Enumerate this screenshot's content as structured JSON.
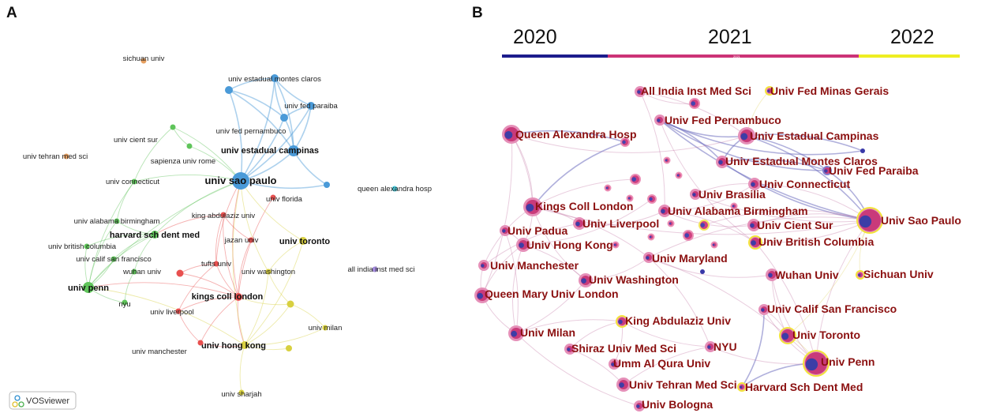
{
  "panels": {
    "a_label": "A",
    "b_label": "B"
  },
  "vosviewer": {
    "badge_text": "VOSviewer"
  },
  "colors": {
    "blue": "#4a9ad8",
    "green": "#5fc45a",
    "red": "#e8504f",
    "yellow": "#d8d040",
    "orange": "#e8a060",
    "cyan": "#48c8d8",
    "purple": "#a088d8",
    "timeline_2020": "#1c1c8c",
    "timeline_2021": "#cc3377",
    "timeline_2022": "#eeee22",
    "label_dark_red": "#8b1010"
  },
  "panel_a": {
    "nodes": [
      {
        "id": "sichuan",
        "label": "sichuan univ",
        "cluster": "orange",
        "weight": 1
      },
      {
        "id": "montes",
        "label": "univ estadual montes claros",
        "cluster": "blue",
        "weight": 2
      },
      {
        "id": "paraiba",
        "label": "univ fed paraiba",
        "cluster": "blue",
        "weight": 2
      },
      {
        "id": "pernambuco",
        "label": "univ fed pernambuco",
        "cluster": "blue",
        "weight": 2
      },
      {
        "id": "campinas",
        "label": "univ estadual campinas",
        "cluster": "blue",
        "weight": 3
      },
      {
        "id": "cientsur",
        "label": "univ cient sur",
        "cluster": "green",
        "weight": 1
      },
      {
        "id": "tehran",
        "label": "univ tehran med sci",
        "cluster": "orange",
        "weight": 1
      },
      {
        "id": "sapienza",
        "label": "sapienza univ rome",
        "cluster": "green",
        "weight": 1
      },
      {
        "id": "saopaulo",
        "label": "univ sao paulo",
        "cluster": "blue",
        "weight": 5
      },
      {
        "id": "connecticut",
        "label": "univ connecticut",
        "cluster": "green",
        "weight": 1
      },
      {
        "id": "queenalex",
        "label": "queen alexandra hosp",
        "cluster": "cyan",
        "weight": 1
      },
      {
        "id": "florida",
        "label": "univ florida",
        "cluster": "red",
        "weight": 1
      },
      {
        "id": "kingabdulaziz",
        "label": "king abdulaziz univ",
        "cluster": "red",
        "weight": 1
      },
      {
        "id": "alabama",
        "label": "univ alabama birmingham",
        "cluster": "green",
        "weight": 1
      },
      {
        "id": "harvard",
        "label": "harvard sch dent med",
        "cluster": "green",
        "weight": 2
      },
      {
        "id": "jazan",
        "label": "jazan univ",
        "cluster": "red",
        "weight": 1
      },
      {
        "id": "toronto",
        "label": "univ toronto",
        "cluster": "yellow",
        "weight": 2
      },
      {
        "id": "britcolumbia",
        "label": "univ british columbia",
        "cluster": "green",
        "weight": 1
      },
      {
        "id": "califsf",
        "label": "univ calif san francisco",
        "cluster": "green",
        "weight": 1
      },
      {
        "id": "tufts",
        "label": "tufts univ",
        "cluster": "red",
        "weight": 1
      },
      {
        "id": "washington",
        "label": "univ washington",
        "cluster": "yellow",
        "weight": 1
      },
      {
        "id": "allindia",
        "label": "all india inst med sci",
        "cluster": "purple",
        "weight": 1
      },
      {
        "id": "wuhan",
        "label": "wuhan univ",
        "cluster": "green",
        "weight": 1
      },
      {
        "id": "penn",
        "label": "univ penn",
        "cluster": "green",
        "weight": 3
      },
      {
        "id": "kingscoll",
        "label": "kings coll london",
        "cluster": "red",
        "weight": 2
      },
      {
        "id": "nyu",
        "label": "nyu",
        "cluster": "green",
        "weight": 1
      },
      {
        "id": "liverpool",
        "label": "univ liverpool",
        "cluster": "red",
        "weight": 1
      },
      {
        "id": "milan",
        "label": "univ milan",
        "cluster": "yellow",
        "weight": 1
      },
      {
        "id": "hongkong",
        "label": "univ hong kong",
        "cluster": "yellow",
        "weight": 2
      },
      {
        "id": "manchester",
        "label": "univ manchester",
        "cluster": "red",
        "weight": 1
      },
      {
        "id": "sharjah",
        "label": "univ sharjah",
        "cluster": "yellow",
        "weight": 1
      }
    ]
  },
  "panel_b": {
    "timeline": {
      "years": [
        "2020",
        "2021",
        "2022"
      ],
      "small_marker": "2021"
    },
    "nodes": [
      {
        "id": "allindia",
        "label": "All India Inst Med Sci"
      },
      {
        "id": "minasgerais",
        "label": "Univ Fed Minas Gerais"
      },
      {
        "id": "pernambuco",
        "label": "Univ Fed Pernambuco"
      },
      {
        "id": "queenalex",
        "label": "Queen Alexandra Hosp"
      },
      {
        "id": "campinas",
        "label": "Univ Estadual Campinas"
      },
      {
        "id": "montes",
        "label": "Univ Estadual Montes Claros"
      },
      {
        "id": "paraiba",
        "label": "Univ Fed Paraiba"
      },
      {
        "id": "connecticut",
        "label": "Univ Connecticut"
      },
      {
        "id": "brasilia",
        "label": "Univ Brasilia"
      },
      {
        "id": "kingscoll",
        "label": "Kings Coll London"
      },
      {
        "id": "alabama",
        "label": "Univ Alabama Birmingham"
      },
      {
        "id": "saopaulo",
        "label": "Univ Sao Paulo"
      },
      {
        "id": "padua",
        "label": "Univ Padua"
      },
      {
        "id": "liverpool",
        "label": "Univ Liverpool"
      },
      {
        "id": "cientsur",
        "label": "Univ Cient Sur"
      },
      {
        "id": "hongkong",
        "label": "Univ Hong Kong"
      },
      {
        "id": "britcolumbia",
        "label": "Univ British Columbia"
      },
      {
        "id": "maryland",
        "label": "Univ Maryland"
      },
      {
        "id": "manchester",
        "label": "Univ Manchester"
      },
      {
        "id": "washington",
        "label": "Univ Washington"
      },
      {
        "id": "wuhan",
        "label": "Wuhan Univ"
      },
      {
        "id": "sichuan",
        "label": "Sichuan Univ"
      },
      {
        "id": "queenmary",
        "label": "Queen Mary Univ London"
      },
      {
        "id": "califsf",
        "label": "Univ Calif San Francisco"
      },
      {
        "id": "kingabdulaziz",
        "label": "King Abdulaziz Univ"
      },
      {
        "id": "milan",
        "label": "Univ Milan"
      },
      {
        "id": "toronto",
        "label": "Univ Toronto"
      },
      {
        "id": "shiraz",
        "label": "Shiraz Univ Med Sci"
      },
      {
        "id": "nyu",
        "label": "NYU"
      },
      {
        "id": "ummalqura",
        "label": "Umm Al Qura Univ"
      },
      {
        "id": "penn",
        "label": "Univ Penn"
      },
      {
        "id": "tehran",
        "label": "Univ Tehran Med Sci"
      },
      {
        "id": "harvard",
        "label": "Harvard Sch Dent Med"
      },
      {
        "id": "bologna",
        "label": "Univ Bologna"
      }
    ]
  }
}
